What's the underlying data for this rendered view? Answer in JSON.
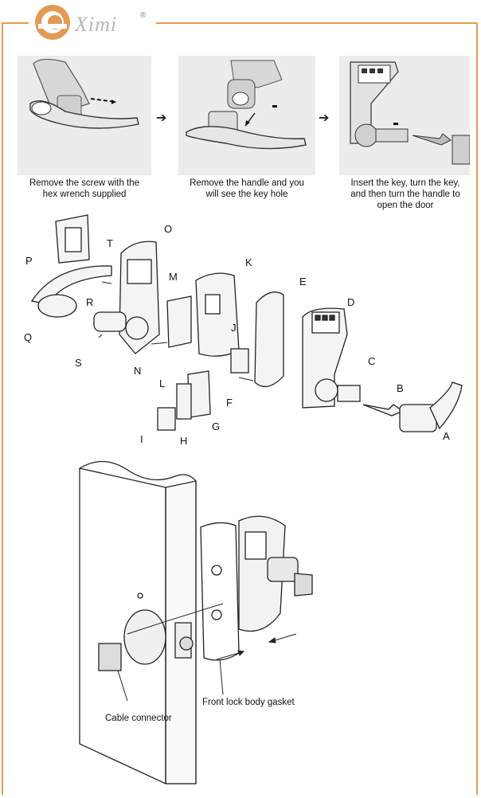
{
  "brand": {
    "name": "Ximi",
    "reg": "®",
    "accent": "#e39a55"
  },
  "steps": [
    {
      "caption": [
        "Remove the screw with the",
        "hex wrench supplied"
      ]
    },
    {
      "caption": [
        "Remove the handle and you",
        "will see the key hole"
      ]
    },
    {
      "caption": [
        "Insert the key, turn the key,",
        "and then turn the handle to",
        "open the door"
      ]
    }
  ],
  "step_arrow": "➔",
  "parts": [
    "P",
    "T",
    "O",
    "M",
    "K",
    "E",
    "D",
    "R",
    "Q",
    "S",
    "N",
    "L",
    "J",
    "C",
    "B",
    "F",
    "G",
    "I",
    "H",
    "A"
  ],
  "install": {
    "cable_label": "Cable connector",
    "gasket_label": "Front lock body gasket"
  }
}
